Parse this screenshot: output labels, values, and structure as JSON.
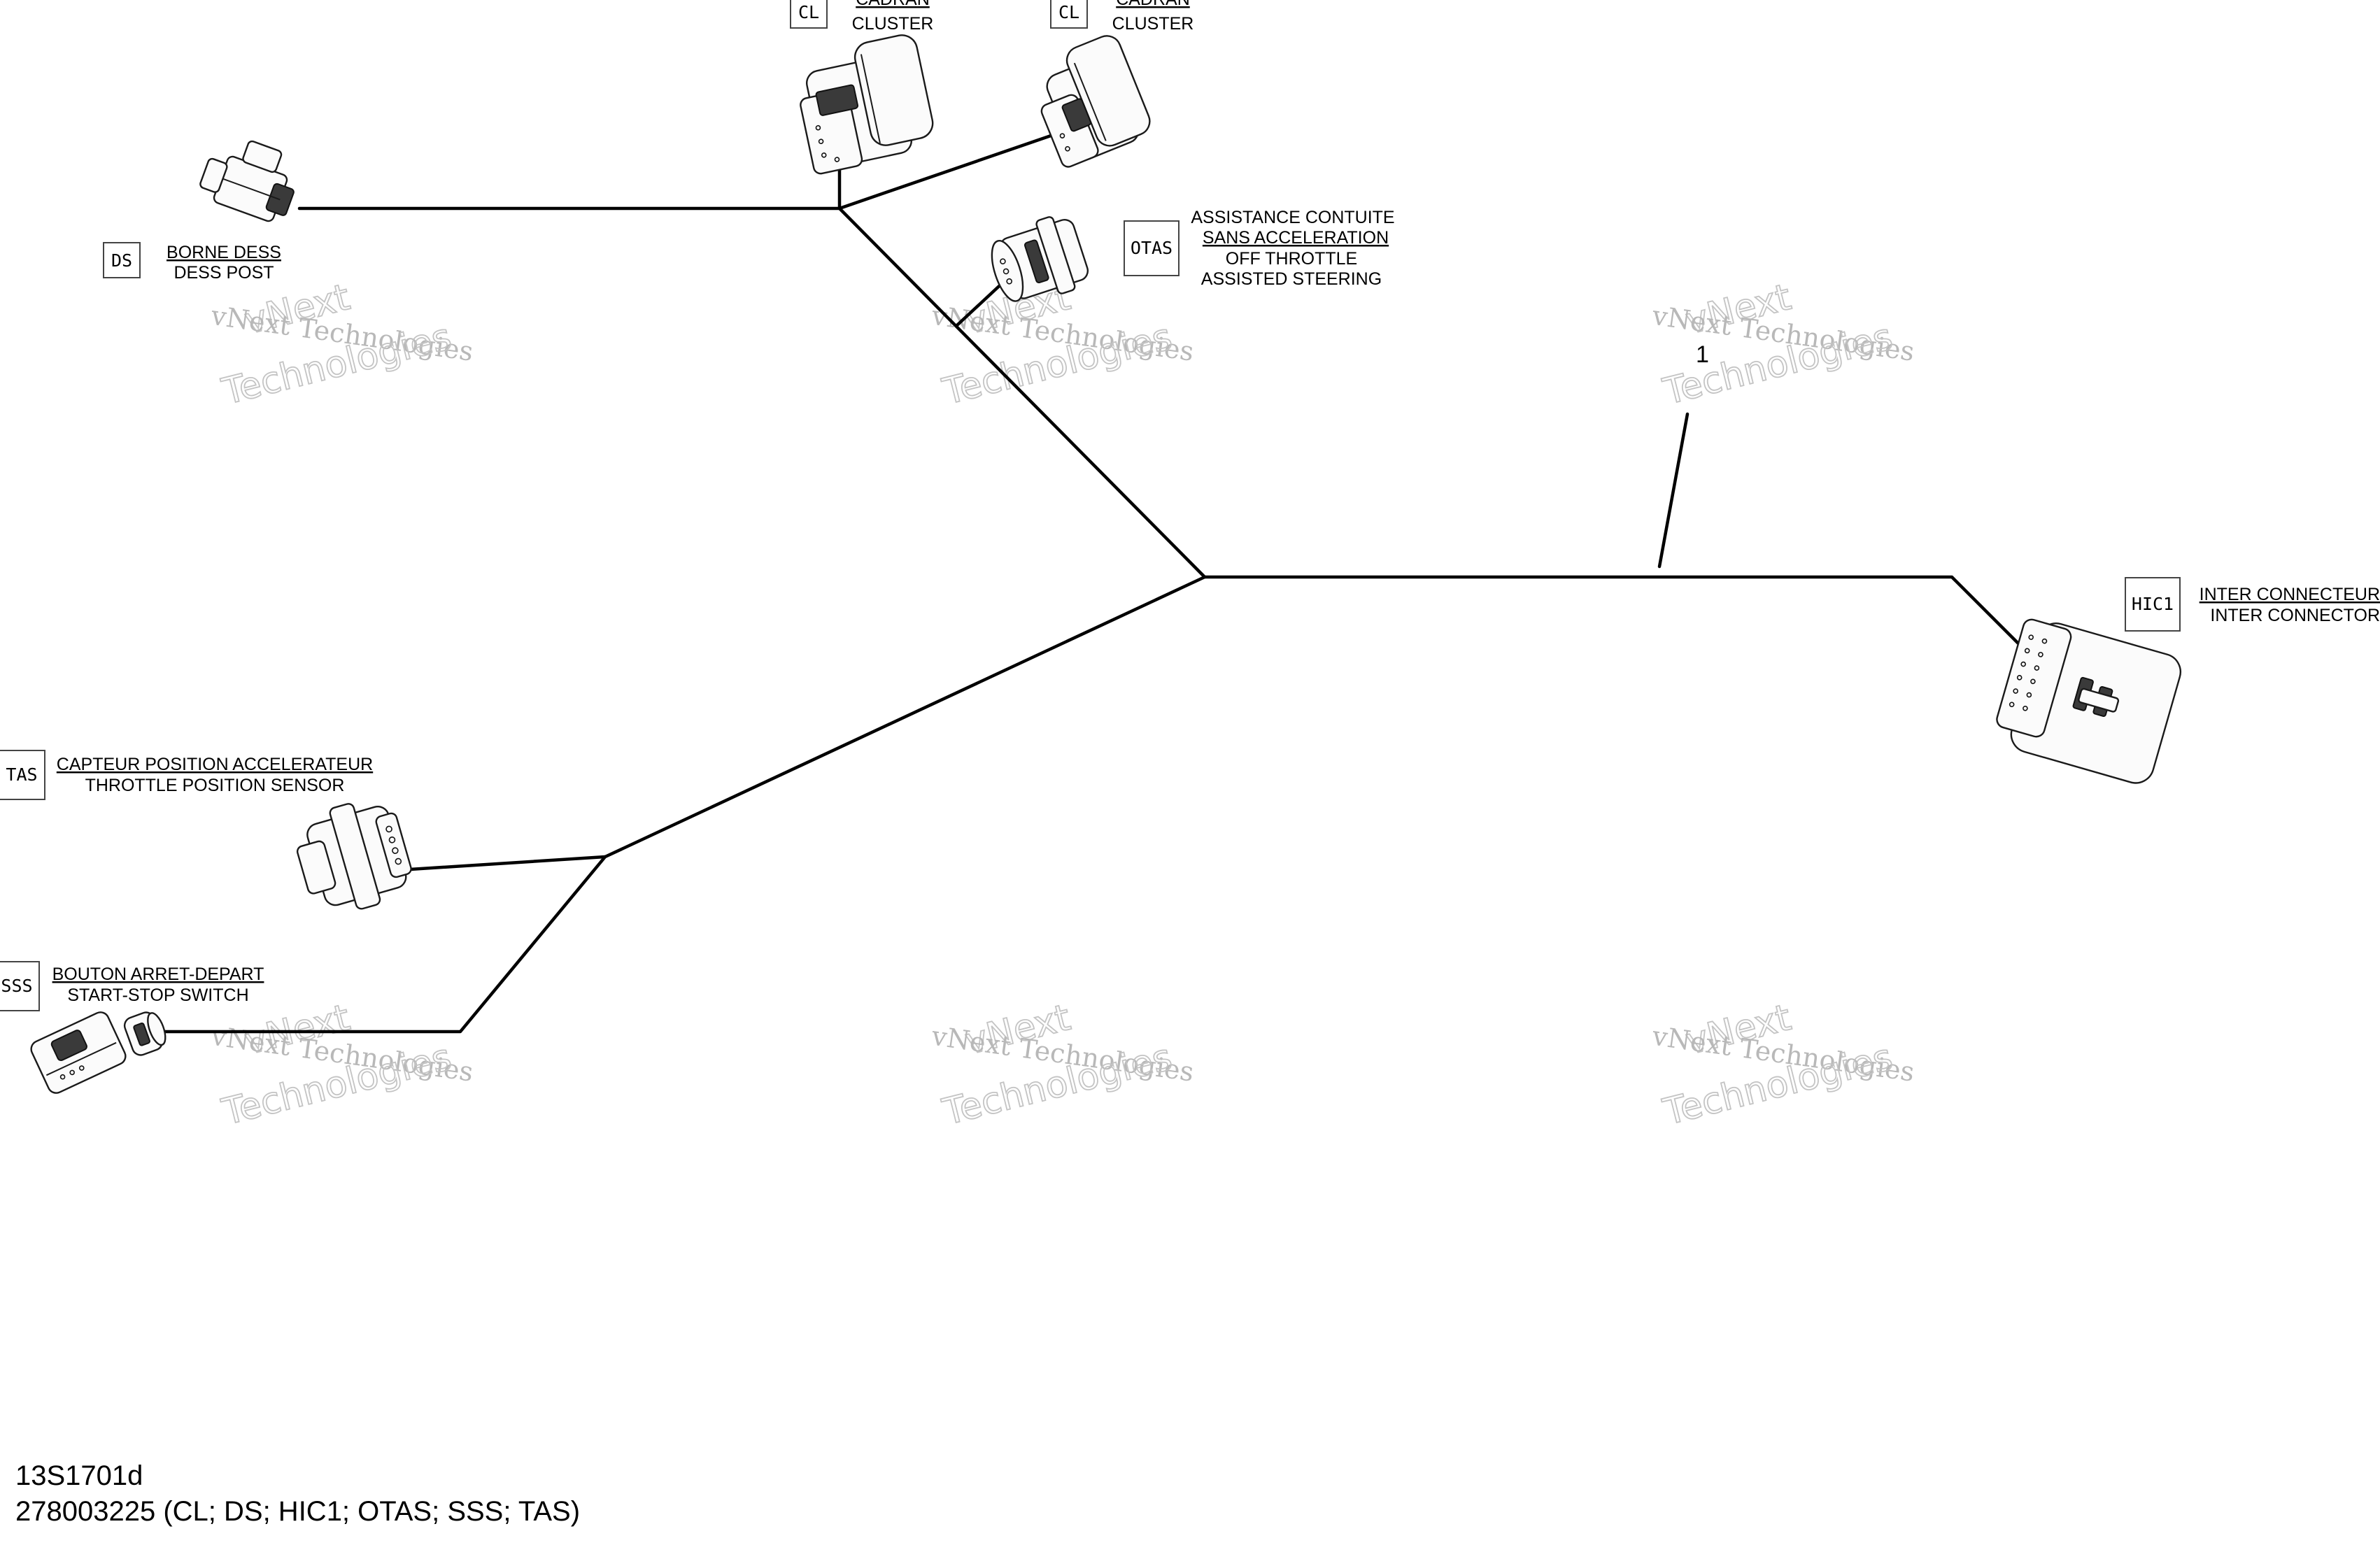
{
  "watermark": {
    "line1": "vNext",
    "line2": "vNext Technologies",
    "line3": "Technologies"
  },
  "callout": {
    "number": "1"
  },
  "connectors": {
    "cl_left": {
      "tag": "CL",
      "label_fr": "CADRAN",
      "label_en": "CLUSTER"
    },
    "cl_right": {
      "tag": "CL",
      "label_fr": "CADRAN",
      "label_en": "CLUSTER"
    },
    "ds": {
      "tag": "DS",
      "label_fr": "BORNE DESS",
      "label_en": "DESS POST"
    },
    "otas": {
      "tag": "OTAS",
      "label_fr_1": "ASSISTANCE CONTUITE",
      "label_fr_2": "SANS ACCELERATION",
      "label_en_1": "OFF THROTTLE",
      "label_en_2": "ASSISTED STEERING"
    },
    "hic1": {
      "tag": "HIC1",
      "label_fr": "INTER CONNECTEUR",
      "label_en": "INTER CONNECTOR"
    },
    "tas": {
      "tag": "TAS",
      "label_fr": "CAPTEUR POSITION ACCELERATEUR",
      "label_en": "THROTTLE POSITION SENSOR"
    },
    "sss": {
      "tag": "SSS",
      "label_fr": "BOUTON ARRET-DEPART",
      "label_en": "START-STOP SWITCH"
    }
  },
  "footer": {
    "drawing_id": "13S1701d",
    "part_number": "278003225 (CL; DS; HIC1; OTAS; SSS; TAS)"
  }
}
